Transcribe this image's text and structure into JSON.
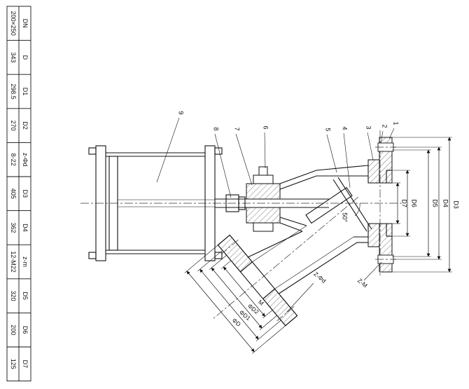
{
  "table": {
    "rows": [
      {
        "value": "200×250",
        "label": "DN"
      },
      {
        "value": "343",
        "label": "D"
      },
      {
        "value": "298.5",
        "label": "D1"
      },
      {
        "value": "270",
        "label": "D2"
      },
      {
        "value": "8-22",
        "label": "z-Φd"
      },
      {
        "value": "405",
        "label": "D3"
      },
      {
        "value": "362",
        "label": "D4"
      },
      {
        "value": "12-M22",
        "label": "z-m"
      },
      {
        "value": "320",
        "label": "D5"
      },
      {
        "value": "200",
        "label": "D6"
      },
      {
        "value": "125",
        "label": "D7"
      }
    ]
  },
  "callouts": {
    "items": [
      "1",
      "2",
      "3",
      "4",
      "5",
      "6",
      "7",
      "8",
      "9"
    ]
  },
  "dims": {
    "right": [
      "D3",
      "D4",
      "D5",
      "D6",
      "D7"
    ],
    "branch": [
      "M",
      "ΦD2",
      "ΦD1",
      "ΦD"
    ],
    "branch_bolts": "Z-Φd",
    "main_bolts": "Z-M",
    "seat_angle": "50°"
  }
}
